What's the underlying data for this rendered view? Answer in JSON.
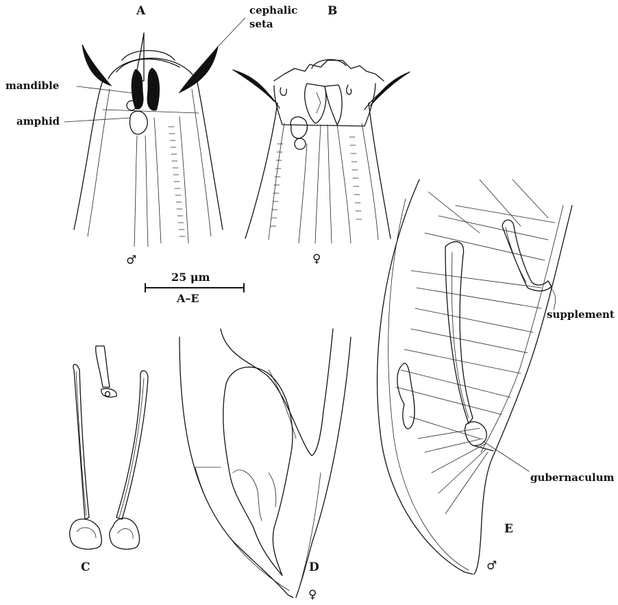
{
  "panels": {
    "a": "A",
    "b": "B",
    "c": "C",
    "d": "D",
    "e": "E"
  },
  "labels": {
    "cephalic_seta_line1": "cephalic",
    "cephalic_seta_line2": "seta",
    "mandible": "mandible",
    "amphid": "amphid",
    "supplement": "supplement",
    "gubernaculum": "gubernaculum"
  },
  "sex_symbols": {
    "a": "♂",
    "b": "♀",
    "d": "♀",
    "e": "♂"
  },
  "scale_bar": {
    "value": "25 μm",
    "applies_to": "A–E"
  }
}
